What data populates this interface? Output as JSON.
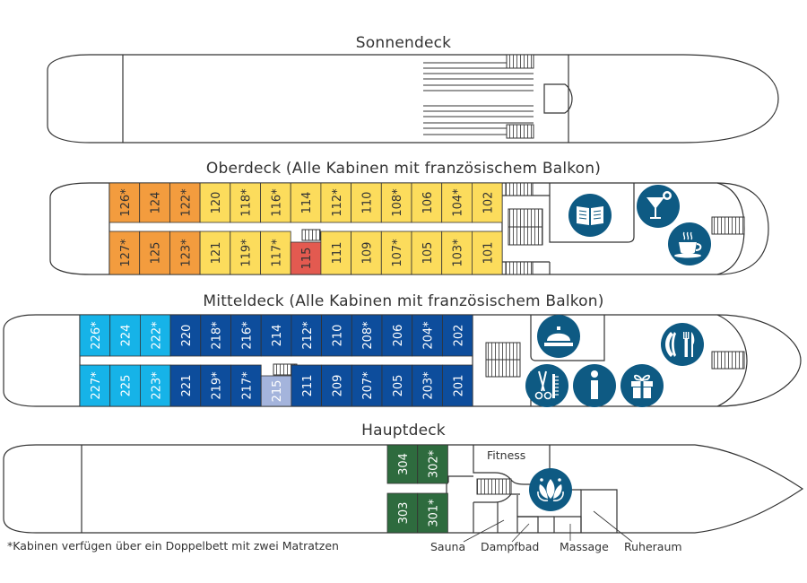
{
  "decks": {
    "sonnendeck": {
      "title": "Sonnendeck"
    },
    "oberdeck": {
      "title": "Oberdeck (Alle Kabinen mit französischem Balkon)",
      "top_row": [
        "126*",
        "124",
        "122*",
        "120",
        "118*",
        "116*",
        "114",
        "112*",
        "110",
        "108*",
        "106",
        "104*",
        "102"
      ],
      "bottom_row": [
        "127*",
        "125",
        "123*",
        "121",
        "119*",
        "117*",
        "115",
        "111",
        "109",
        "107*",
        "105",
        "103*",
        "101"
      ],
      "top_colors": [
        "orange",
        "orange",
        "orange",
        "yellow",
        "yellow",
        "yellow",
        "yellow",
        "yellow",
        "yellow",
        "yellow",
        "yellow",
        "yellow",
        "yellow"
      ],
      "bottom_colors": [
        "orange",
        "orange",
        "orange",
        "yellow",
        "yellow",
        "yellow",
        "red",
        "yellow",
        "yellow",
        "yellow",
        "yellow",
        "yellow",
        "yellow"
      ],
      "icons": [
        "library-icon",
        "cocktail-bar-icon",
        "coffee-cup-icon"
      ]
    },
    "mitteldeck": {
      "title": "Mitteldeck (Alle Kabinen mit französischem Balkon)",
      "top_row": [
        "226*",
        "224",
        "222*",
        "220",
        "218*",
        "216*",
        "214",
        "212*",
        "210",
        "208*",
        "206",
        "204*",
        "202"
      ],
      "bottom_row": [
        "227*",
        "225",
        "223*",
        "221",
        "219*",
        "217*",
        "215",
        "211",
        "209",
        "207*",
        "205",
        "203*",
        "201"
      ],
      "top_colors": [
        "lightblue",
        "lightblue",
        "lightblue",
        "darkblue",
        "darkblue",
        "darkblue",
        "darkblue",
        "darkblue",
        "darkblue",
        "darkblue",
        "darkblue",
        "darkblue",
        "darkblue"
      ],
      "bottom_colors": [
        "lightblue",
        "lightblue",
        "lightblue",
        "darkblue",
        "darkblue",
        "darkblue",
        "paleblue",
        "darkblue",
        "darkblue",
        "darkblue",
        "darkblue",
        "darkblue",
        "darkblue"
      ],
      "icons": [
        "reception-bell-icon",
        "restaurant-icon",
        "hairdresser-icon",
        "information-icon",
        "gift-shop-icon"
      ]
    },
    "hauptdeck": {
      "title": "Hauptdeck",
      "top_row": [
        "304",
        "302*"
      ],
      "bottom_row": [
        "303",
        "301*"
      ],
      "rooms": {
        "fitness": "Fitness",
        "sauna": "Sauna",
        "dampfbad": "Dampfbad",
        "massage": "Massage",
        "ruheraum": "Ruheraum"
      },
      "icons": [
        "wellness-lotus-icon"
      ]
    }
  },
  "footnote": "*Kabinen verfügen über ein Doppelbett mit zwei Matratzen",
  "colors": {
    "orange": "#f39c3e",
    "yellow": "#fcdc5c",
    "red": "#e35a50",
    "lightblue": "#16b3e8",
    "darkblue": "#0d4d9c",
    "paleblue": "#a4b4dc",
    "green": "#2e6b3e",
    "icon": "#0e5a83",
    "outline": "#333333"
  }
}
